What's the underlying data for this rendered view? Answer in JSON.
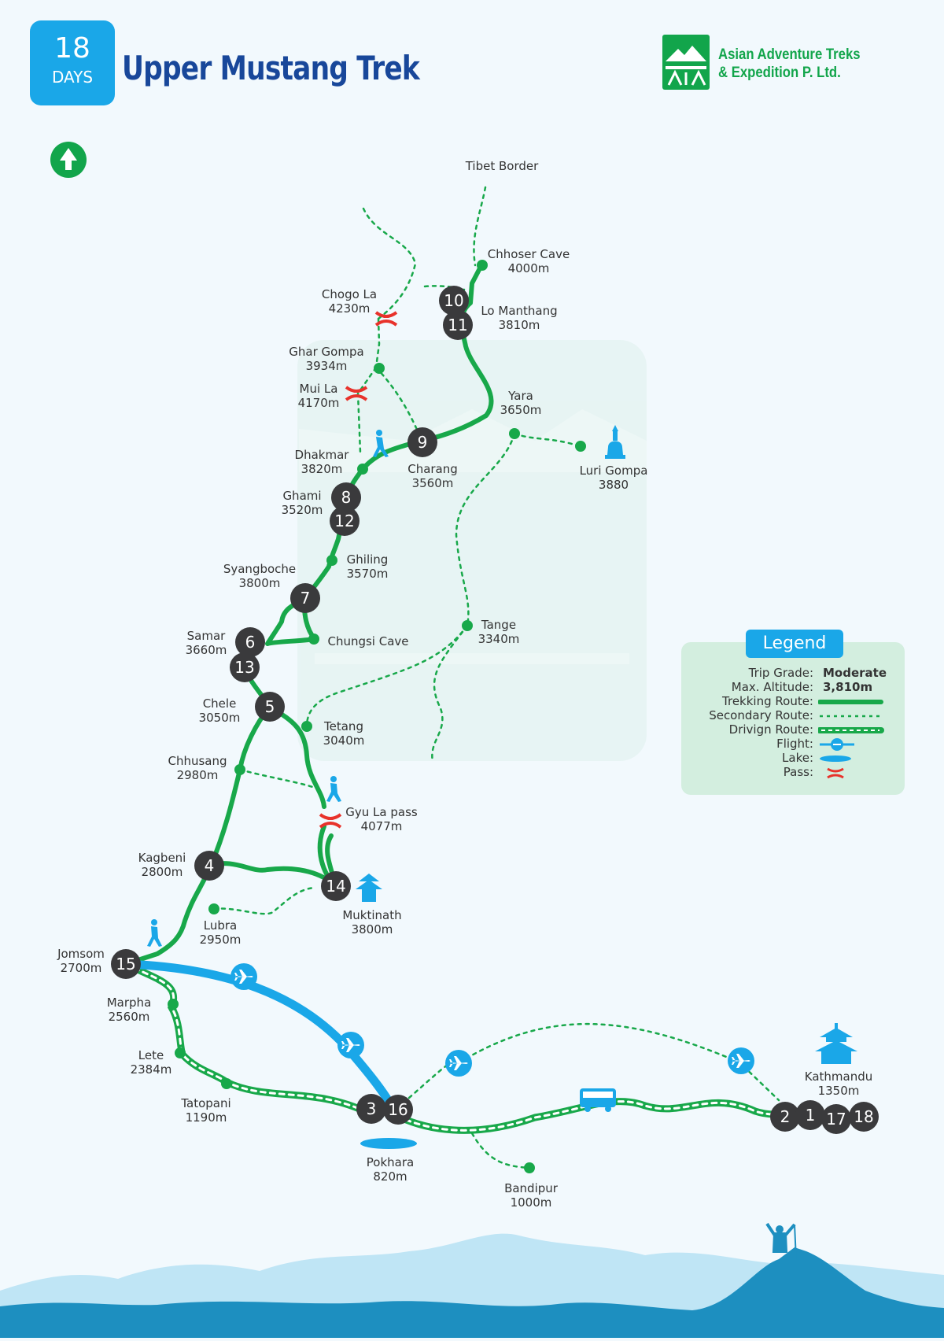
{
  "header": {
    "days_number": "18",
    "days_label": "DAYS",
    "title": "Upper Mustang Trek",
    "company_line1": "Asian Adventure Treks",
    "company_line2": "& Expedition P. Ltd."
  },
  "places": [
    {
      "id": "tibet-border",
      "name": "Tibet Border",
      "alt": ""
    },
    {
      "id": "chhoser-cave",
      "name": "Chhoser Cave",
      "alt": "4000m"
    },
    {
      "id": "chogo-la",
      "name": "Chogo La",
      "alt": "4230m"
    },
    {
      "id": "lo-manthang",
      "name": "Lo Manthang",
      "alt": "3810m"
    },
    {
      "id": "ghar-gompa",
      "name": "Ghar Gompa",
      "alt": "3934m"
    },
    {
      "id": "mui-la",
      "name": "Mui La",
      "alt": "4170m"
    },
    {
      "id": "yara",
      "name": "Yara",
      "alt": "3650m"
    },
    {
      "id": "dhakmar",
      "name": "Dhakmar",
      "alt": "3820m"
    },
    {
      "id": "charang",
      "name": "Charang",
      "alt": "3560m"
    },
    {
      "id": "luri-gompa",
      "name": "Luri Gompa",
      "alt": "3880"
    },
    {
      "id": "ghami",
      "name": "Ghami",
      "alt": "3520m"
    },
    {
      "id": "ghiling",
      "name": "Ghiling",
      "alt": "3570m"
    },
    {
      "id": "syangboche",
      "name": "Syangboche",
      "alt": "3800m"
    },
    {
      "id": "tange",
      "name": "Tange",
      "alt": "3340m"
    },
    {
      "id": "samar",
      "name": "Samar",
      "alt": "3660m"
    },
    {
      "id": "chungsi-cave",
      "name": "Chungsi Cave",
      "alt": ""
    },
    {
      "id": "chele",
      "name": "Chele",
      "alt": "3050m"
    },
    {
      "id": "tetang",
      "name": "Tetang",
      "alt": "3040m"
    },
    {
      "id": "chhusang",
      "name": "Chhusang",
      "alt": "2980m"
    },
    {
      "id": "gyu-la-pass",
      "name": "Gyu La pass",
      "alt": "4077m"
    },
    {
      "id": "kagbeni",
      "name": "Kagbeni",
      "alt": "2800m"
    },
    {
      "id": "lubra",
      "name": "Lubra",
      "alt": "2950m"
    },
    {
      "id": "muktinath",
      "name": "Muktinath",
      "alt": "3800m"
    },
    {
      "id": "jomsom",
      "name": "Jomsom",
      "alt": "2700m"
    },
    {
      "id": "marpha",
      "name": "Marpha",
      "alt": "2560m"
    },
    {
      "id": "lete",
      "name": "Lete",
      "alt": "2384m"
    },
    {
      "id": "tatopani",
      "name": "Tatopani",
      "alt": "1190m"
    },
    {
      "id": "pokhara",
      "name": "Pokhara",
      "alt": "820m"
    },
    {
      "id": "bandipur",
      "name": "Bandipur",
      "alt": "1000m"
    },
    {
      "id": "kathmandu",
      "name": "Kathmandu",
      "alt": "1350m"
    }
  ],
  "day_markers": [
    "10",
    "11",
    "9",
    "8",
    "12",
    "7",
    "6",
    "13",
    "5",
    "4",
    "14",
    "15",
    "3",
    "16",
    "2",
    "1",
    "17",
    "18"
  ],
  "legend": {
    "title": "Legend",
    "rows": [
      {
        "label": "Trip Grade:",
        "value": "Moderate",
        "symbol": ""
      },
      {
        "label": "Max. Altitude:",
        "value": "3,810m",
        "symbol": ""
      },
      {
        "label": "Trekking Route:",
        "value": "",
        "symbol": "solid-green-line"
      },
      {
        "label": "Secondary Route:",
        "value": "",
        "symbol": "dotted-green-line"
      },
      {
        "label": "Drivign Route:",
        "value": "",
        "symbol": "dashed-road-line"
      },
      {
        "label": "Flight:",
        "value": "",
        "symbol": "plane-icon"
      },
      {
        "label": "Lake:",
        "value": "",
        "symbol": "lake-icon"
      },
      {
        "label": "Pass:",
        "value": "",
        "symbol": "pass-icon"
      }
    ]
  },
  "colors": {
    "trek_green": "#18a84a",
    "flight_blue": "#1aa7e8",
    "marker_dark": "#3a3a3c",
    "title_blue": "#18479a",
    "pass_red": "#e8322b",
    "mountain_dark": "#1d8fc0",
    "mountain_light": "#bfe5f5"
  }
}
